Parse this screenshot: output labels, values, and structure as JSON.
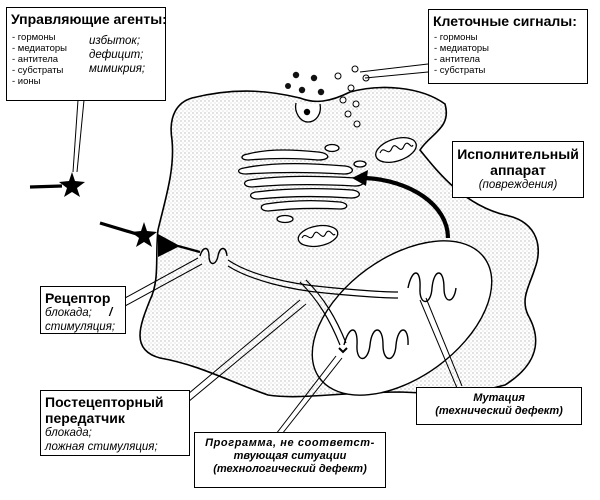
{
  "agents": {
    "title": "Управляющие агенты:",
    "items": [
      "- гормоны",
      "- медиаторы",
      "- антитела",
      "- субстраты",
      "- ионы"
    ],
    "states": [
      "избыток;",
      "дефицит;",
      "мимикрия;"
    ]
  },
  "signals": {
    "title": "Клеточные сигналы:",
    "items": [
      "- гормоны",
      "- медиаторы",
      "- антитела",
      "- субстраты"
    ]
  },
  "executive": {
    "lines": [
      "Исполнительный",
      "аппарат"
    ],
    "note": "(повреждения)"
  },
  "receptor": {
    "title": "Рецептор",
    "lines": [
      "блокада;",
      "стимуляция;"
    ],
    "mark": "/"
  },
  "transmitter": {
    "lines": [
      "Постецепторный",
      "передатчик"
    ],
    "notes": [
      "блокада;",
      "ложная стимуляция;"
    ]
  },
  "mutation": {
    "title": "Мутация",
    "note": "(технический дефект)"
  },
  "program": {
    "lines": [
      "Программа, не соответст-",
      "твующая ситуации"
    ],
    "note": "(технологический дефект)"
  }
}
